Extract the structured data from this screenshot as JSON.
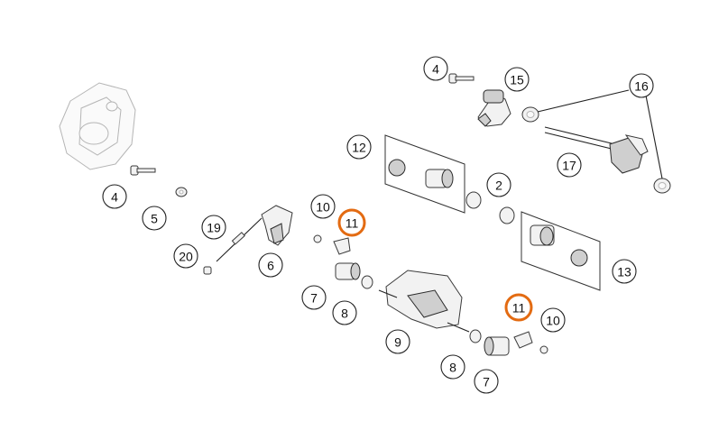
{
  "diagram": {
    "highlight_color": "#e36b12",
    "callouts": [
      {
        "label": "4",
        "highlight": false
      },
      {
        "label": "15",
        "highlight": false
      },
      {
        "label": "16",
        "highlight": false
      },
      {
        "label": "12",
        "highlight": false
      },
      {
        "label": "17",
        "highlight": false
      },
      {
        "label": "4",
        "highlight": false
      },
      {
        "label": "5",
        "highlight": false
      },
      {
        "label": "10",
        "highlight": false
      },
      {
        "label": "11",
        "highlight": true
      },
      {
        "label": "2",
        "highlight": false
      },
      {
        "label": "19",
        "highlight": false
      },
      {
        "label": "20",
        "highlight": false
      },
      {
        "label": "6",
        "highlight": false
      },
      {
        "label": "13",
        "highlight": false
      },
      {
        "label": "7",
        "highlight": false
      },
      {
        "label": "8",
        "highlight": false
      },
      {
        "label": "11",
        "highlight": true
      },
      {
        "label": "10",
        "highlight": false
      },
      {
        "label": "9",
        "highlight": false
      },
      {
        "label": "8",
        "highlight": false
      },
      {
        "label": "7",
        "highlight": false
      }
    ]
  }
}
